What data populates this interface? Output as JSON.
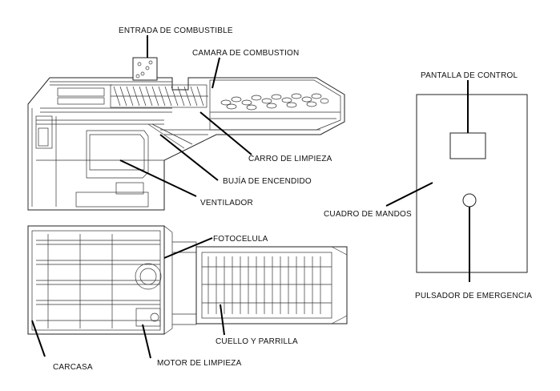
{
  "labels": {
    "fuel_inlet": "ENTRADA DE COMBUSTIBLE",
    "combustion_chamber": "CAMARA DE COMBUSTION",
    "cleaning_carriage": "CARRO DE LIMPIEZA",
    "ignition_plug": "BUJÍA DE ENCENDIDO",
    "fan": "VENTILADOR",
    "photocell": "FOTOCELULA",
    "neck_grate": "CUELLO Y PARRILLA",
    "casing": "CARCASA",
    "cleaning_motor": "MOTOR DE LIMPIEZA",
    "control_screen": "PANTALLA DE CONTROL",
    "control_panel": "CUADRO DE MANDOS",
    "emergency_button": "PULSADOR DE EMERGENCIA"
  }
}
